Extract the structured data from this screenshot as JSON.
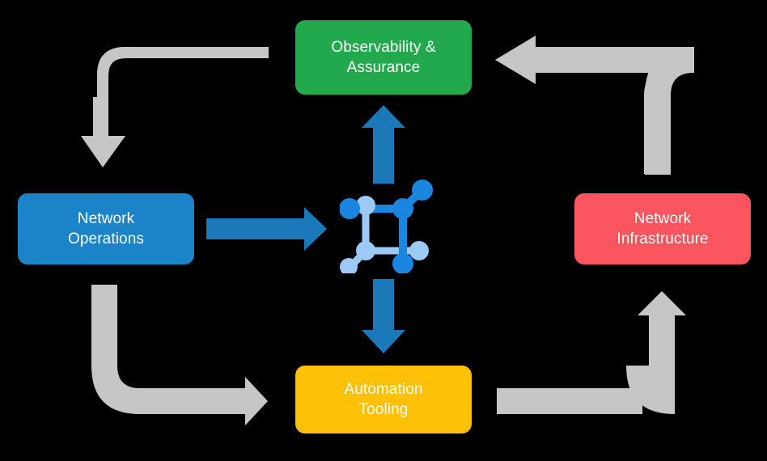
{
  "diagram": {
    "title": "Network automation lifecycle diagram",
    "background_color": "#000000",
    "nodes": [
      {
        "id": "observability",
        "label": "Observability &\nAssurance",
        "color": "#22a94e",
        "position": "top"
      },
      {
        "id": "network-operations",
        "label": "Network\nOperations",
        "color": "#1b84c8",
        "position": "left"
      },
      {
        "id": "network-infrastructure",
        "label": "Network\nInfrastructure",
        "color": "#fb5660",
        "position": "right"
      },
      {
        "id": "automation-tooling",
        "label": "Automation\nTooling",
        "color": "#ffc107",
        "position": "bottom"
      }
    ],
    "center": {
      "icon": "network-topology-icon",
      "color_primary": "#1a86e0",
      "color_secondary": "#9cc9f5"
    },
    "arrows": [
      {
        "id": "operations-to-center",
        "from": "network-operations",
        "to": "center",
        "color": "#1b79ba",
        "direction": "right",
        "style": "straight"
      },
      {
        "id": "center-to-observability",
        "from": "center",
        "to": "observability",
        "color": "#1b79ba",
        "direction": "up",
        "style": "straight"
      },
      {
        "id": "center-to-automation",
        "from": "center",
        "to": "automation-tooling",
        "color": "#1b79ba",
        "direction": "down",
        "style": "straight"
      },
      {
        "id": "observability-to-operations",
        "from": "observability",
        "to": "network-operations",
        "color": "#c6c6c6",
        "direction": "down",
        "style": "elbow"
      },
      {
        "id": "infrastructure-to-observability",
        "from": "network-infrastructure",
        "to": "observability",
        "color": "#c6c6c6",
        "direction": "left",
        "style": "elbow"
      },
      {
        "id": "operations-to-automation",
        "from": "network-operations",
        "to": "automation-tooling",
        "color": "#c6c6c6",
        "direction": "right",
        "style": "elbow"
      },
      {
        "id": "automation-to-infrastructure",
        "from": "automation-tooling",
        "to": "network-infrastructure",
        "color": "#c6c6c6",
        "direction": "up",
        "style": "elbow"
      }
    ]
  }
}
